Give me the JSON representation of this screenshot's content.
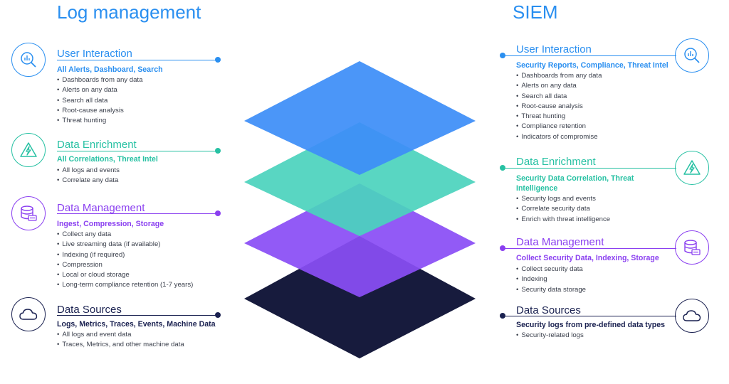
{
  "log_management": {
    "title": "Log management",
    "sections": [
      {
        "heading": "User Interaction",
        "subheading": "All Alerts, Dashboard, Search",
        "bullets": [
          "Dashboards from any data",
          "Alerts on any data",
          "Search all data",
          "Root-cause analysis",
          "Threat hunting"
        ]
      },
      {
        "heading": "Data Enrichment",
        "subheading": "All Correlations, Threat Intel",
        "bullets": [
          "All logs and events",
          "Correlate any data"
        ]
      },
      {
        "heading": "Data Management",
        "subheading": "Ingest, Compression, Storage",
        "bullets": [
          "Collect any data",
          "Live streaming data (if available)",
          "Indexing (if required)",
          "Compression",
          "Local or cloud storage",
          "Long-term compliance retention (1-7 years)"
        ]
      },
      {
        "heading": "Data Sources",
        "subheading": "Logs, Metrics, Traces, Events, Machine Data",
        "bullets": [
          "All logs and event data",
          "Traces, Metrics, and other machine data"
        ]
      }
    ]
  },
  "siem": {
    "title": "SIEM",
    "sections": [
      {
        "heading": "User Interaction",
        "subheading": "Security Reports, Compliance, Threat Intel",
        "bullets": [
          "Dashboards from any data",
          "Alerts on any data",
          "Search all data",
          "Root-cause analysis",
          "Threat hunting",
          "Compliance retention",
          "Indicators of compromise"
        ]
      },
      {
        "heading": "Data Enrichment",
        "subheading": "Security Data Correlation, Threat Intelligence",
        "bullets": [
          "Security logs and events",
          "Correlate security data",
          "Enrich with threat intelligence"
        ]
      },
      {
        "heading": "Data Management",
        "subheading": "Collect Security Data, Indexing, Storage",
        "bullets": [
          "Collect security data",
          "Indexing",
          "Security data storage"
        ]
      },
      {
        "heading": "Data Sources",
        "subheading": "Security logs from pre-defined data types",
        "bullets": [
          "Security-related logs"
        ]
      }
    ]
  },
  "colors": {
    "title": "#2a8ff0",
    "user_interaction": "#2a8ff0",
    "data_enrichment": "#27c1a3",
    "data_management": "#8a3ff0",
    "data_sources": "#1a2150",
    "layer_blue": "#3d8ef8",
    "layer_teal": "#4bd3bd",
    "layer_purple": "#8a4ef5",
    "layer_navy": "#171b3d"
  },
  "icons": {
    "user_interaction": "search-chart-icon",
    "data_enrichment": "lightning-triangle-icon",
    "data_management": "database-server-icon",
    "data_sources": "cloud-icon"
  }
}
